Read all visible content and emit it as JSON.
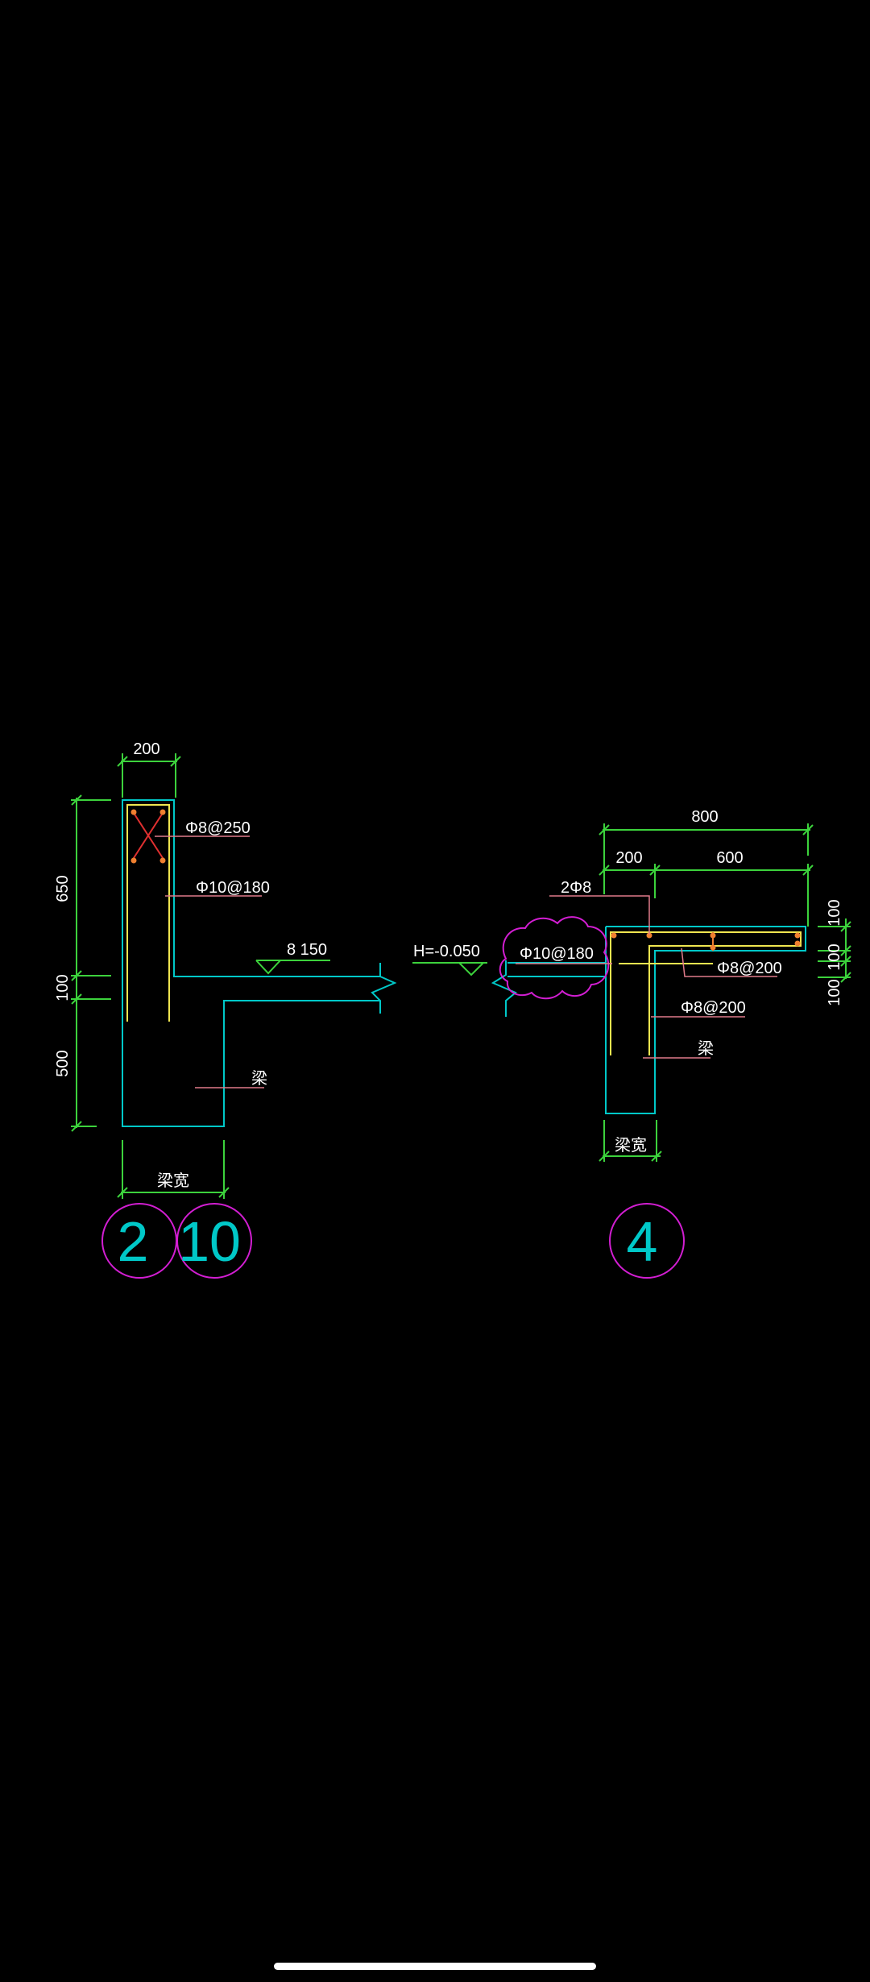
{
  "colors": {
    "background": "#000000",
    "dimension": "#3cd23c",
    "concrete": "#00c8c8",
    "rebar": "#f0e650",
    "leader": "#e07a8a",
    "callout": "#d21ed2",
    "text": "#ffffff"
  },
  "detail_left": {
    "dim_width": "200",
    "dim_upper": "650",
    "dim_mid": "100",
    "dim_lower": "500",
    "top_bar": "Φ8@250",
    "vert_bar": "Φ10@180",
    "slab_mark": "8 150",
    "beam_label": "梁",
    "beam_width": "梁宽",
    "tag_a": "2",
    "tag_b": "10"
  },
  "detail_right": {
    "dim_total": "800",
    "dim_a": "200",
    "dim_b": "600",
    "side_a": "100",
    "side_b": "100",
    "side_c": "100",
    "bars_top": "2Φ8",
    "elevation": "H=-0.050",
    "clouded_bar": "Φ10@180",
    "slab_bar": "Φ8@200",
    "stirrup": "Φ8@200",
    "beam_label": "梁",
    "beam_width": "梁宽",
    "tag": "4"
  }
}
